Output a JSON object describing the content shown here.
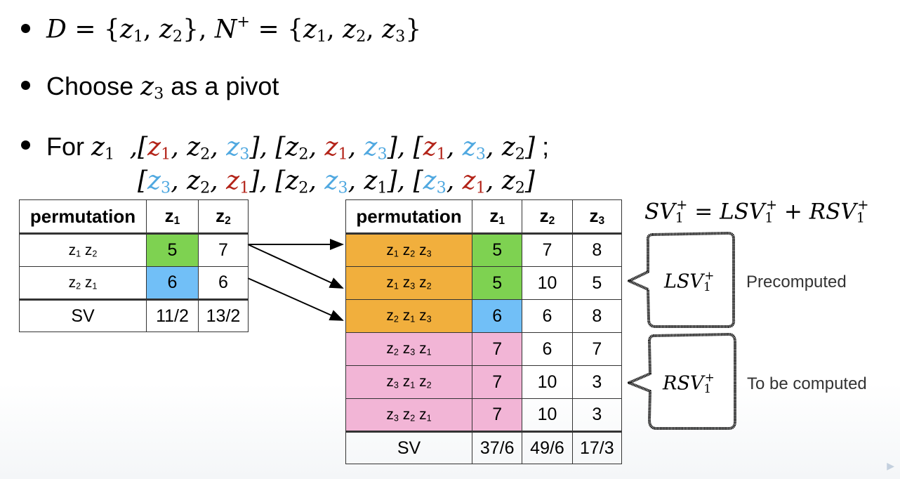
{
  "slide": {
    "bullets": [
      {
        "id": "sets",
        "D_label": "D",
        "D_elements": [
          "z1",
          "z2"
        ],
        "N_label": "N",
        "N_sup": "+",
        "N_elements": [
          "z1",
          "z2",
          "z3"
        ]
      },
      {
        "id": "pivot",
        "prefix": "Choose",
        "var": "z",
        "var_sub": "3",
        "suffix": "as a pivot"
      },
      {
        "id": "for",
        "prefix": "For",
        "var": "z",
        "var_sub": "1",
        "separator": ";",
        "line1_perms": [
          [
            {
              "v": "z",
              "s": "1",
              "c": "red"
            },
            {
              "v": "z",
              "s": "2",
              "c": "black"
            },
            {
              "v": "z",
              "s": "3",
              "c": "blue"
            }
          ],
          [
            {
              "v": "z",
              "s": "2",
              "c": "black"
            },
            {
              "v": "z",
              "s": "1",
              "c": "red"
            },
            {
              "v": "z",
              "s": "3",
              "c": "blue"
            }
          ],
          [
            {
              "v": "z",
              "s": "1",
              "c": "red"
            },
            {
              "v": "z",
              "s": "3",
              "c": "blue"
            },
            {
              "v": "z",
              "s": "2",
              "c": "black"
            }
          ]
        ],
        "line2_perms": [
          [
            {
              "v": "z",
              "s": "3",
              "c": "blue"
            },
            {
              "v": "z",
              "s": "2",
              "c": "black"
            },
            {
              "v": "z",
              "s": "1",
              "c": "red"
            }
          ],
          [
            {
              "v": "z",
              "s": "2",
              "c": "black"
            },
            {
              "v": "z",
              "s": "3",
              "c": "blue"
            },
            {
              "v": "z",
              "s": "1",
              "c": "black"
            }
          ],
          [
            {
              "v": "z",
              "s": "3",
              "c": "blue"
            },
            {
              "v": "z",
              "s": "1",
              "c": "red"
            },
            {
              "v": "z",
              "s": "2",
              "c": "black"
            }
          ]
        ]
      }
    ],
    "left_table": {
      "headers": [
        "permutation",
        "z1",
        "z2"
      ],
      "rows": [
        {
          "perm": [
            "z1",
            "z2"
          ],
          "z1": "5",
          "z2": "7",
          "z1_color": "green"
        },
        {
          "perm": [
            "z2",
            "z1"
          ],
          "z1": "6",
          "z2": "6",
          "z1_color": "blue"
        }
      ],
      "sv_label": "SV",
      "sv": [
        "11/2",
        "13/2"
      ]
    },
    "right_table": {
      "headers": [
        "permutation",
        "z1",
        "z2",
        "z3"
      ],
      "rows": [
        {
          "perm": [
            "z1",
            "z2",
            "z3"
          ],
          "z1": "5",
          "z2": "7",
          "z3": "8",
          "group": "precomputed",
          "z1_color": "green"
        },
        {
          "perm": [
            "z1",
            "z3",
            "z2"
          ],
          "z1": "5",
          "z2": "10",
          "z3": "5",
          "group": "precomputed",
          "z1_color": "green"
        },
        {
          "perm": [
            "z2",
            "z1",
            "z3"
          ],
          "z1": "6",
          "z2": "6",
          "z3": "8",
          "group": "precomputed",
          "z1_color": "blue"
        },
        {
          "perm": [
            "z2",
            "z3",
            "z1"
          ],
          "z1": "7",
          "z2": "6",
          "z3": "7",
          "group": "to-compute",
          "z1_color": "pink"
        },
        {
          "perm": [
            "z3",
            "z1",
            "z2"
          ],
          "z1": "7",
          "z2": "10",
          "z3": "3",
          "group": "to-compute",
          "z1_color": "pink"
        },
        {
          "perm": [
            "z3",
            "z2",
            "z1"
          ],
          "z1": "7",
          "z2": "10",
          "z3": "3",
          "group": "to-compute",
          "z1_color": "pink"
        }
      ],
      "sv_label": "SV",
      "sv": [
        "37/6",
        "49/6",
        "17/3"
      ]
    },
    "equation": {
      "lhs": "SV",
      "sub": "1",
      "sup": "+",
      "eq": "=",
      "plus": "+",
      "term1": "LSV",
      "term2": "RSV"
    },
    "callouts": [
      {
        "math": "LSV",
        "sub": "1",
        "sup": "+",
        "note": "Precomputed"
      },
      {
        "math": "RSV",
        "sub": "1",
        "sup": "+",
        "note": "To be computed"
      }
    ]
  },
  "colors": {
    "green": "#7ed251",
    "blue": "#71bff7",
    "orange": "#f1af3d",
    "pink": "#f2b5d6",
    "red_var": "#b32318",
    "blue_var": "#4fa8e0"
  }
}
